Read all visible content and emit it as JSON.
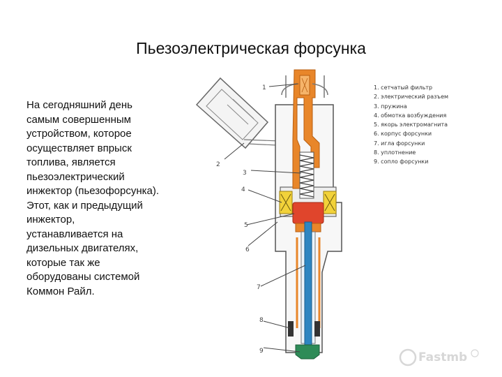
{
  "title": "Пьезоэлектрическая форсунка",
  "body_text": "На сегодняшний день\nсамым совершенным\nустройством, которое\nосуществляет впрыск\nтоплива, является\nпьезоэлектрический\nинжектор (пьезофорсунка).\nЭтот, как и предыдущий\nинжектор,\nустанавливается на\nдизельных двигателях,\nкоторые так же\nоборудованы системой\nКоммон Райл.",
  "legend": [
    "1. сетчатый фильтр",
    "2. электрический разъем",
    "3. пружина",
    "4. обмотка возбуждения",
    "5. якорь электромагнита",
    "6. корпус форсунки",
    "7. игла форсунки",
    "8. уплотнение",
    "9. сопло форсунки"
  ],
  "callouts": [
    "1",
    "2",
    "3",
    "4",
    "5",
    "6",
    "7",
    "8",
    "9"
  ],
  "watermark": "Fastmb",
  "colors": {
    "body_orange": "#e8862a",
    "armature_red": "#e0452c",
    "needle_blue": "#2e86c1",
    "coil_yellow": "#f2d23a",
    "seal_green": "#2e8b57",
    "outline": "#555555"
  }
}
